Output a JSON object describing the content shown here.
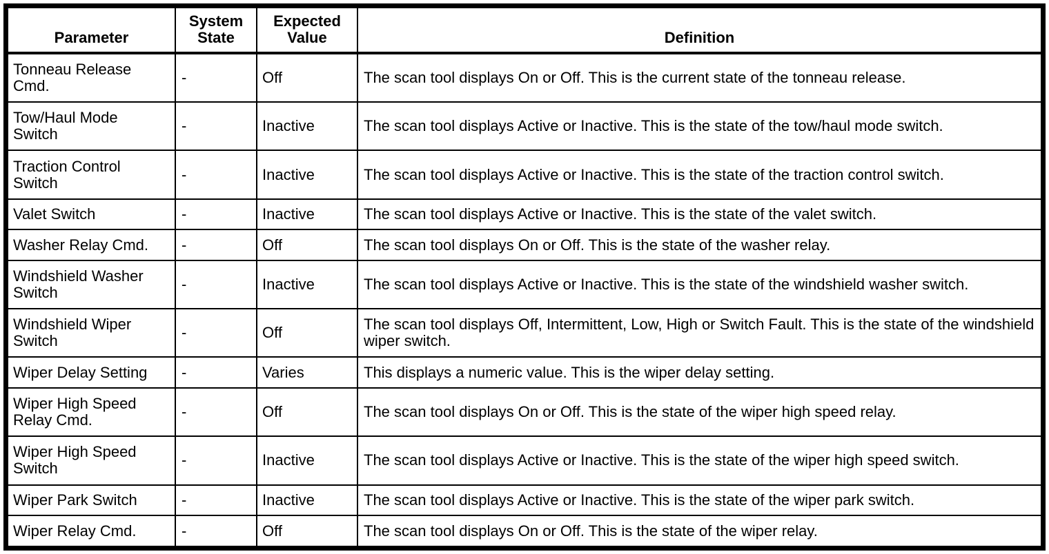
{
  "table": {
    "columns": [
      "Parameter",
      "System State",
      "Expected Value",
      "Definition"
    ],
    "rows": [
      {
        "parameter": "Tonneau Release Cmd.",
        "system_state": "-",
        "expected_value": "Off",
        "definition": "The scan tool displays On or Off. This is the current state of the tonneau release."
      },
      {
        "parameter": "Tow/Haul Mode Switch",
        "system_state": "-",
        "expected_value": "Inactive",
        "definition": "The scan tool displays Active or Inactive. This is the state of the tow/haul mode switch."
      },
      {
        "parameter": "Traction Control Switch",
        "system_state": "-",
        "expected_value": "Inactive",
        "definition": "The scan tool displays Active or Inactive. This is the state of the traction control switch."
      },
      {
        "parameter": "Valet Switch",
        "system_state": "-",
        "expected_value": "Inactive",
        "definition": "The scan tool displays Active or Inactive. This is the state of the valet switch."
      },
      {
        "parameter": "Washer Relay Cmd.",
        "system_state": "-",
        "expected_value": "Off",
        "definition": "The scan tool displays On or Off. This is the state of the washer relay."
      },
      {
        "parameter": "Windshield Washer Switch",
        "system_state": "-",
        "expected_value": "Inactive",
        "definition": "The scan tool displays Active or Inactive. This is the state of the windshield washer switch."
      },
      {
        "parameter": "Windshield Wiper Switch",
        "system_state": "-",
        "expected_value": "Off",
        "definition": "The scan tool displays Off, Intermittent, Low, High or Switch Fault. This is the state of the windshield wiper switch."
      },
      {
        "parameter": "Wiper Delay Setting",
        "system_state": "-",
        "expected_value": "Varies",
        "definition": "This displays a numeric value. This is the wiper delay setting."
      },
      {
        "parameter": "Wiper High Speed Relay Cmd.",
        "system_state": "-",
        "expected_value": "Off",
        "definition": "The scan tool displays On or Off. This is the state of the wiper high speed relay."
      },
      {
        "parameter": "Wiper High Speed Switch",
        "system_state": "-",
        "expected_value": "Inactive",
        "definition": "The scan tool displays Active or Inactive. This is the state of the wiper high speed switch."
      },
      {
        "parameter": "Wiper Park Switch",
        "system_state": "-",
        "expected_value": "Inactive",
        "definition": "The scan tool displays Active or Inactive. This is the state of the wiper park switch."
      },
      {
        "parameter": "Wiper Relay Cmd.",
        "system_state": "-",
        "expected_value": "Off",
        "definition": "The scan tool displays On or Off. This is the state of the wiper relay."
      }
    ]
  }
}
